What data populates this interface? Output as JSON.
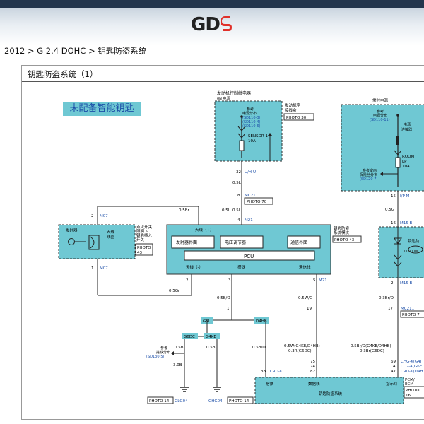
{
  "header": {
    "logo_text": "GD",
    "logo_accent": "#e0302a",
    "bar_color": "#23364d"
  },
  "breadcrumb": "2012 > G 2.4 DOHC > 钥匙防盗系统",
  "diagram": {
    "title": "钥匙防盗系统（1）",
    "subtitle": "未配备智能钥匙",
    "relay_box": {
      "title": "发动机控制继电器",
      "sub": "0N 电源",
      "ref1": "参考",
      "ref2": "电源分布",
      "ref_codes": [
        "(SD110-3)",
        "(SD110-4)",
        "(SD110-6)"
      ],
      "sensor": "SENSOR 1",
      "amp": "10A",
      "note1": "发动机室",
      "note2": "接线盒",
      "photo": "PHOTO 30"
    },
    "fuse_box": {
      "title": "常时电源",
      "ref1": "参考",
      "ref2": "电源分布",
      "ref_code": "(SD110-11)",
      "label1": "电源",
      "label2": "连接器",
      "room": "ROOM",
      "lp": "LP",
      "amp": "10A",
      "ref3": "参考室内",
      "ref4": "保险丝分布",
      "ref_code2": "(SD120-7)"
    },
    "pins": {
      "p32": "32",
      "uh": "U/H-U",
      "p8": "8",
      "mc211": "MC211",
      "photo70": "PHOTO 70",
      "p4": "4",
      "m21": "M21",
      "p15": "15",
      "ipm": "I/P-M",
      "p16": "16",
      "m15b": "M15-B",
      "p2b": "2",
      "m15b2": "M15-B",
      "p2": "2",
      "m07": "M07",
      "p1": "1",
      "m07b": "M07",
      "p1b": "1",
      "p2c": "2",
      "p3": "3",
      "p5": "5",
      "m21b": "M21",
      "p1c": "1",
      "p19": "19",
      "p17": "17",
      "mc211b": "MC211",
      "photo7": "PHOTO 7"
    },
    "wires": {
      "w05l": "0.5L",
      "w05l2": "0.5L",
      "w05l3": "0.5L",
      "w05g": "0.5G",
      "w05br": "0.5Br",
      "w05gr": "0.5Gr",
      "w05bo": "0.5B/O",
      "w05wo": "0.5W/O",
      "w03bro": "0.3Br/O",
      "w05b": "0.5B",
      "w30b": "3.0B",
      "w05b2": "0.5B",
      "w05bo2": "0.5B/O",
      "w05w": "0.5W(G4KE/D4HB)",
      "w03r": "0.3R(G6DC)",
      "w05bro": "0.5Br/O(G4KE/D4HB)",
      "w03br": "0.3Br(G6DC)"
    },
    "immob": {
      "l1": "发射器",
      "l2": "天线",
      "l3": "线圈",
      "n1": "点火开关",
      "n2": "照明 &",
      "n3": "钥匙插入",
      "n4": "开关",
      "photo": "PHOTO",
      "photo_n": "43"
    },
    "pcu_box": {
      "antenna": "天线（+）",
      "b1": "发射器界面",
      "b2": "电压调节器",
      "b3": "通信界面",
      "pcu": "PCU",
      "antm": "天线（-）",
      "gnd": "搭铁",
      "comm": "通信线",
      "title1": "钥匙防盗",
      "title2": "系统模块",
      "photo": "PHOTO 43"
    },
    "splices": {
      "gsl": "GSL",
      "d4hb": "D4HB",
      "g6dc": "G6DC",
      "g4ke": "G4KE"
    },
    "ground": {
      "ref1": "参考",
      "ref2": "搭铁分布",
      "ref_code": "(SD130-5)",
      "photo1": "PHOTO 14",
      "glg": "GLG04",
      "ghg": "GHG04",
      "photo2": "PHOTO 14"
    },
    "ecm": {
      "p38": "38",
      "crdk": "CRD-K",
      "p75": "75",
      "p74": "74",
      "p82": "82",
      "p69": "69",
      "p4": "4",
      "p47": "47",
      "chgk": "CHG-K(G4I",
      "clgk": "CLG-A(G6E",
      "crdk2": "CRD-K(D4H",
      "pcm": "PCM/",
      "ecm": "ECM",
      "photo": "PHOTO",
      "photo_n": "16",
      "gnd": "搭铁",
      "data": "数据线",
      "lamp": "指示灯",
      "sys": "钥匙防盗系统"
    },
    "key_box": {
      "label": "钥匙防"
    }
  }
}
